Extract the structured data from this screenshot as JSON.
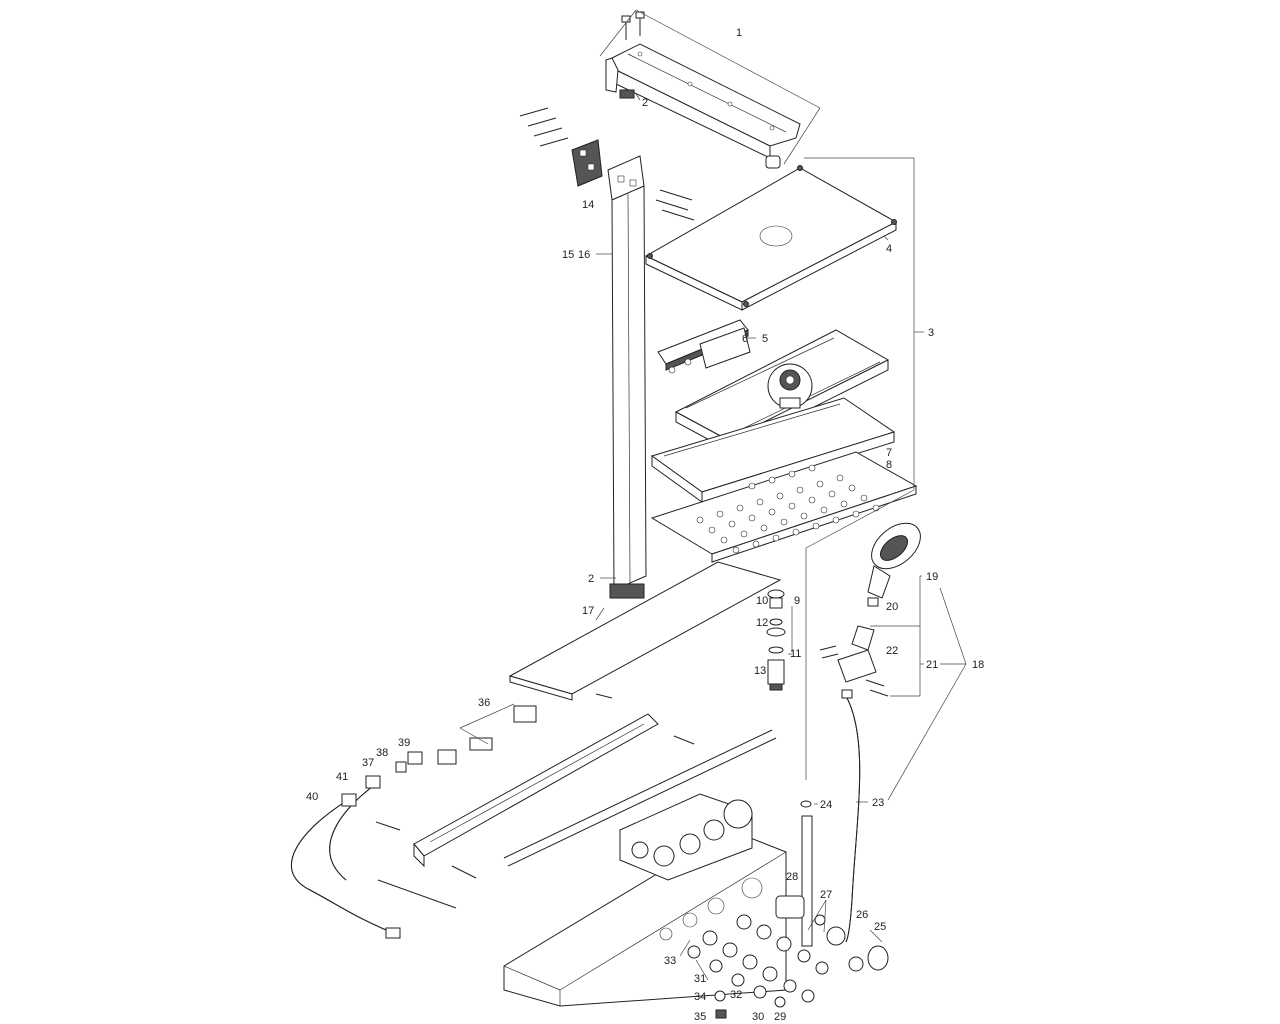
{
  "callouts": {
    "c1": "1",
    "c2a": "2",
    "c2b": "2",
    "c3": "3",
    "c4": "4",
    "c5": "5",
    "c6": "6",
    "c7": "7",
    "c8": "8",
    "c9": "9",
    "c10": "10",
    "c11": "11",
    "c12": "12",
    "c13": "13",
    "c14": "14",
    "c15": "15",
    "c16": "16",
    "c17": "17",
    "c18": "18",
    "c19": "19",
    "c20": "20",
    "c21": "21",
    "c22": "22",
    "c23a": "23",
    "c24": "24",
    "c25": "25",
    "c26": "26",
    "c27": "27",
    "c28": "28",
    "c29": "29",
    "c30": "30",
    "c31": "31",
    "c32": "32",
    "c33": "33",
    "c34": "34",
    "c35": "35",
    "c36": "36",
    "c37": "37",
    "c38": "38",
    "c39": "39",
    "c40": "40",
    "c41": "41"
  }
}
